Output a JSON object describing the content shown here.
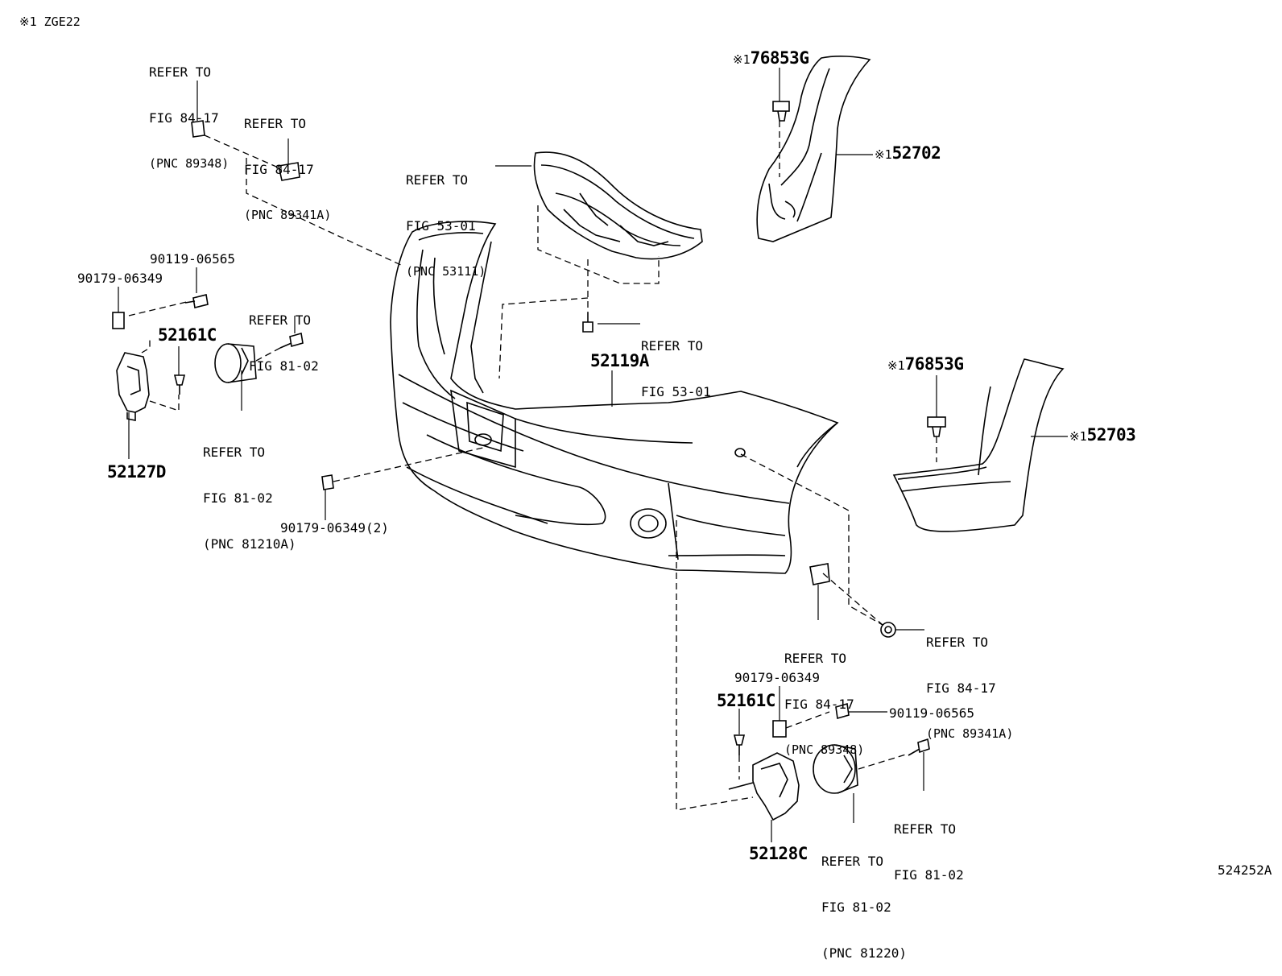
{
  "note": "※1 ZGE22",
  "figure_code": "524252A",
  "refs": {
    "r_89348_top": [
      "REFER TO",
      "FIG 84-17",
      "(PNC 89348)"
    ],
    "r_89341a_top": [
      "REFER TO",
      "FIG 84-17",
      "(PNC 89341A)"
    ],
    "r_53111": [
      "REFER TO",
      "FIG 53-01",
      "(PNC 53111)"
    ],
    "r_81_02_left": [
      "REFER TO",
      "FIG 81-02"
    ],
    "r_53_01": [
      "REFER TO",
      "FIG 53-01"
    ],
    "r_81210a": [
      "REFER TO",
      "FIG 81-02",
      "(PNC 81210A)"
    ],
    "r_89348_bot": [
      "REFER TO",
      "FIG 84-17",
      "(PNC 89348)"
    ],
    "r_89341a_bot": [
      "REFER TO",
      "FIG 84-17",
      "(PNC 89341A)"
    ],
    "r_81_02_right": [
      "REFER TO",
      "FIG 81-02"
    ],
    "r_81220": [
      "REFER TO",
      "FIG 81-02",
      "(PNC 81220)"
    ]
  },
  "parts": {
    "p_90119_left": "90119-06565",
    "p_90179_left": "90179-06349",
    "p_52161c_left": "52161C",
    "p_52127d": "52127D",
    "p_52119a": "52119A",
    "p_90179_2": "90179-06349(2)",
    "p_76853g_top": "76853G",
    "p_52702": "52702",
    "p_76853g_right": "76853G",
    "p_52703": "52703",
    "p_90179_bot": "90179-06349",
    "p_52161c_bot": "52161C",
    "p_90119_bot": "90119-06565",
    "p_52128c": "52128C"
  },
  "marker": "※1"
}
